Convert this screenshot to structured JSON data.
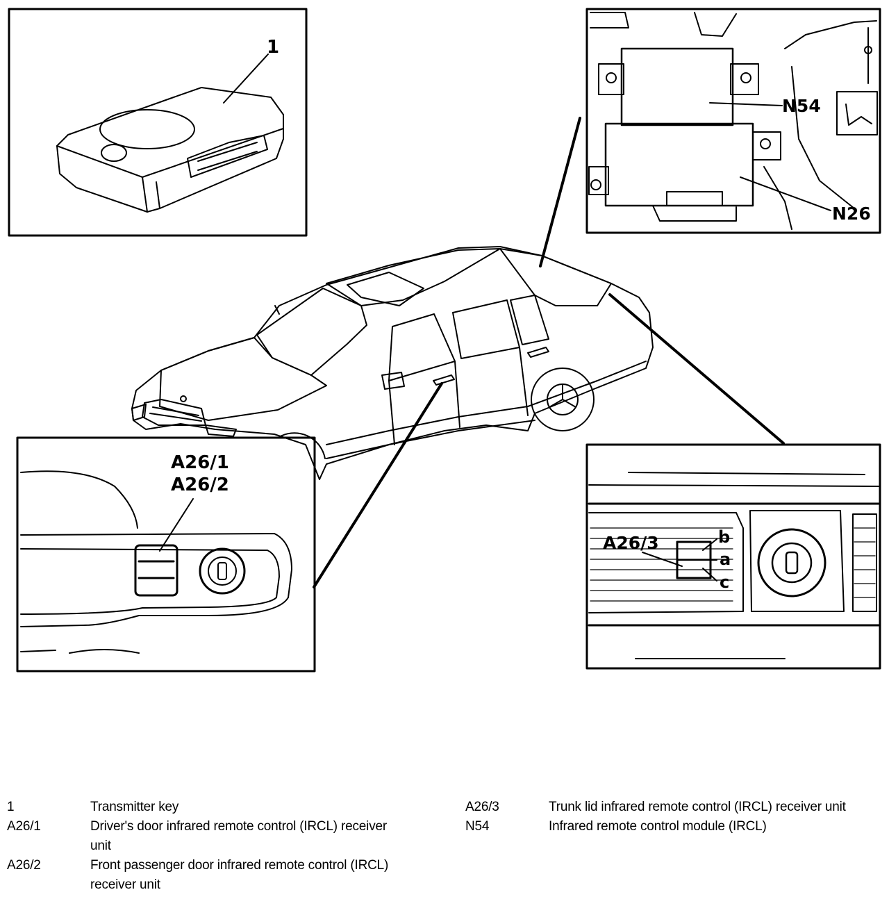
{
  "callouts": {
    "key": "1",
    "n54": "N54",
    "n26": "N26",
    "door_a": "A26/1",
    "door_b": "A26/2",
    "trunk": "A26/3",
    "trunk_b": "b",
    "trunk_a": "a",
    "trunk_c": "c"
  },
  "legend": {
    "left": [
      {
        "code": "1",
        "desc": "Transmitter key"
      },
      {
        "code": "A26/1",
        "desc": "Driver's door infrared remote control (IRCL) receiver unit"
      },
      {
        "code": "A26/2",
        "desc": "Front passenger door infrared remote control (IRCL) receiver unit"
      }
    ],
    "right": [
      {
        "code": "A26/3",
        "desc": "Trunk lid infrared remote control (IRCL) receiver unit"
      },
      {
        "code": "N54",
        "desc": "Infrared remote control module (IRCL)"
      }
    ]
  }
}
